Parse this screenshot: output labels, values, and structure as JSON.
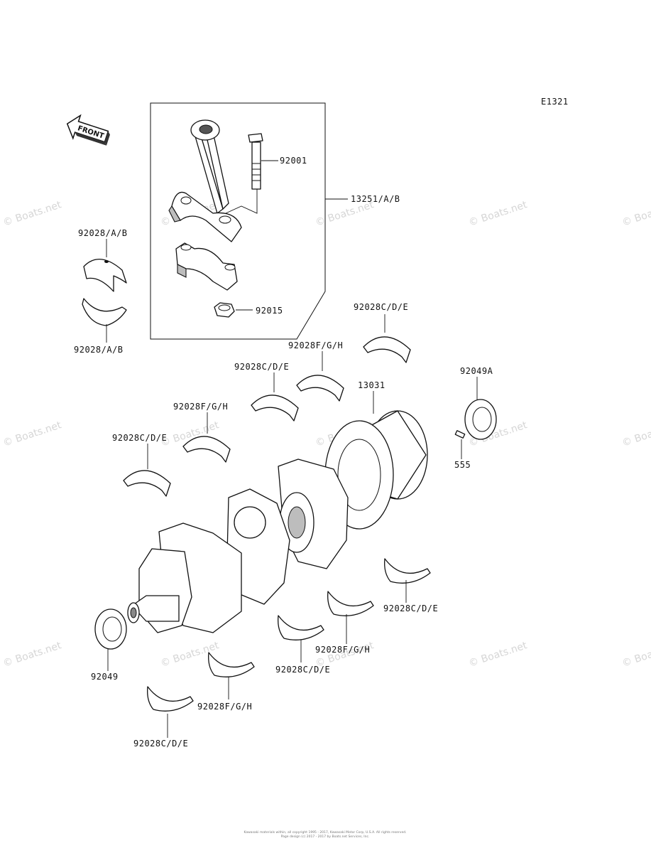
{
  "diagram_code": "E1321",
  "front_arrow": {
    "text": "FRONT",
    "icon": "front-arrow-icon"
  },
  "labels": {
    "bolt": "92001",
    "con_rod_assy": "13251/A/B",
    "nut": "92015",
    "rod_bearing_top": "92028/A/B",
    "rod_bearing_bottom": "92028/A/B",
    "crankshaft": "13031",
    "oil_seal_right": "92049A",
    "key": "555",
    "oil_seal_left": "92049",
    "main_bearing_1": "92028C/D/E",
    "main_bearing_2": "92028F/G/H",
    "main_bearing_3": "92028C/D/E",
    "main_bearing_4": "92028F/G/H",
    "main_bearing_5": "92028C/D/E",
    "main_bearing_6": "92028C/D/E",
    "main_bearing_7": "92028F/G/H",
    "main_bearing_8": "92028C/D/E",
    "main_bearing_9": "92028F/G/H",
    "main_bearing_10": "92028C/D/E"
  },
  "watermark": "© Boats.net",
  "footer": {
    "line1": "Kawasaki materials within, all copyright 1995 - 2017, Kawasaki Motor Corp, U.S.A. All rights reserved.",
    "line2": "Page design (c) 2017 - 2017 by Boats.net Services, Inc."
  }
}
